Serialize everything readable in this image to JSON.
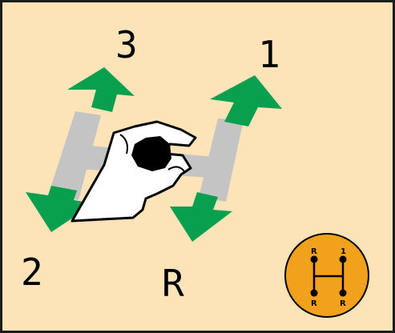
{
  "colors": {
    "background": "#fde4b8",
    "frame": "#1c1c1c",
    "gate": "#c4c4c4",
    "arrow": "#08a04f",
    "hand_fill": "#ffffff",
    "hand_stroke": "#000000",
    "knob": "#000000",
    "badge_fill": "#f2a11c"
  },
  "labels": {
    "gear_3": "3",
    "gear_1": "1",
    "gear_2": "2",
    "gear_r": "R"
  },
  "badge": {
    "top_left": "R",
    "top_right": "1",
    "bottom_left": "R",
    "bottom_right": "R"
  },
  "icons": {
    "hand": "hand-gripping-knob-icon",
    "arrows": "green-direction-arrow-icon",
    "badge": "shift-pattern-badge-icon"
  }
}
